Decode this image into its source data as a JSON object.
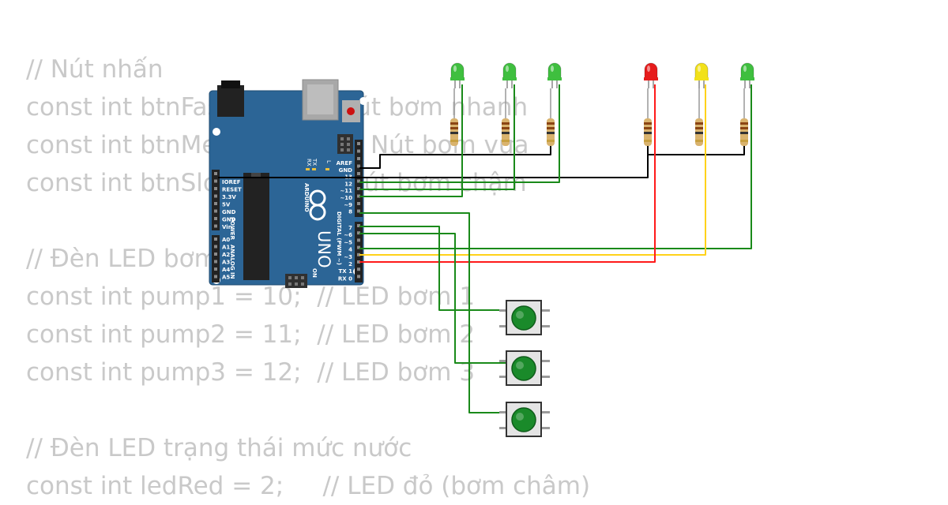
{
  "code_lines": [
    "// Nút nhấn",
    "const int btnFast = 7;   // Nút bơm nhanh",
    "const int btnMedium = 6; // Nút bơm vừa",
    "const int btnSlow = 5;   // Nút bơm chậm",
    "",
    "// Đèn LED bơm",
    "const int pump1 = 10;  // LED bơm 1",
    "const int pump2 = 11;  // LED bơm 2",
    "const int pump3 = 12;  // LED bơm 3",
    "",
    "// Đèn LED trạng thái mức nước",
    "const int ledRed = 2;     // LED đỏ (bơm châm)"
  ],
  "board": {
    "brand": "ARDUINO",
    "model": "UNO",
    "label_on": "ON",
    "label_digital": "DIGITAL (PWM ~)",
    "label_power": "POWER",
    "label_analog": "ANALOG IN",
    "label_l": "L",
    "label_tx": "TX",
    "label_rx": "RX",
    "power_pins": [
      "IOREF",
      "RESET",
      "3.3V",
      "5V",
      "GND",
      "GND",
      "Vin"
    ],
    "analog_pins": [
      "A0",
      "A1",
      "A2",
      "A3",
      "A4",
      "A5"
    ],
    "top_header_pins": [
      "AREF",
      "GND",
      "13",
      "12",
      "~11",
      "~10",
      "~9",
      "8"
    ],
    "bottom_header_pins": [
      "7",
      "~6",
      "~5",
      "4",
      "~3",
      "2",
      "TX 1",
      "RX 0"
    ]
  },
  "leds": [
    {
      "name": "led-1",
      "color": "#3fbf3f"
    },
    {
      "name": "led-2",
      "color": "#3fbf3f"
    },
    {
      "name": "led-3",
      "color": "#3fbf3f"
    },
    {
      "name": "led-4",
      "color": "#e61c1c"
    },
    {
      "name": "led-5",
      "color": "#f2e11a"
    },
    {
      "name": "led-6",
      "color": "#3fbf3f"
    }
  ],
  "buttons": [
    {
      "name": "pushbutton-1",
      "color": "#1a8a2a"
    },
    {
      "name": "pushbutton-2",
      "color": "#1a8a2a"
    },
    {
      "name": "pushbutton-3",
      "color": "#1a8a2a"
    }
  ],
  "colors": {
    "board": "#2c6596",
    "wire_green": "#1a8a1a",
    "wire_black": "#000000",
    "wire_red": "#ff1a1a",
    "wire_yellow": "#ffd21a"
  }
}
